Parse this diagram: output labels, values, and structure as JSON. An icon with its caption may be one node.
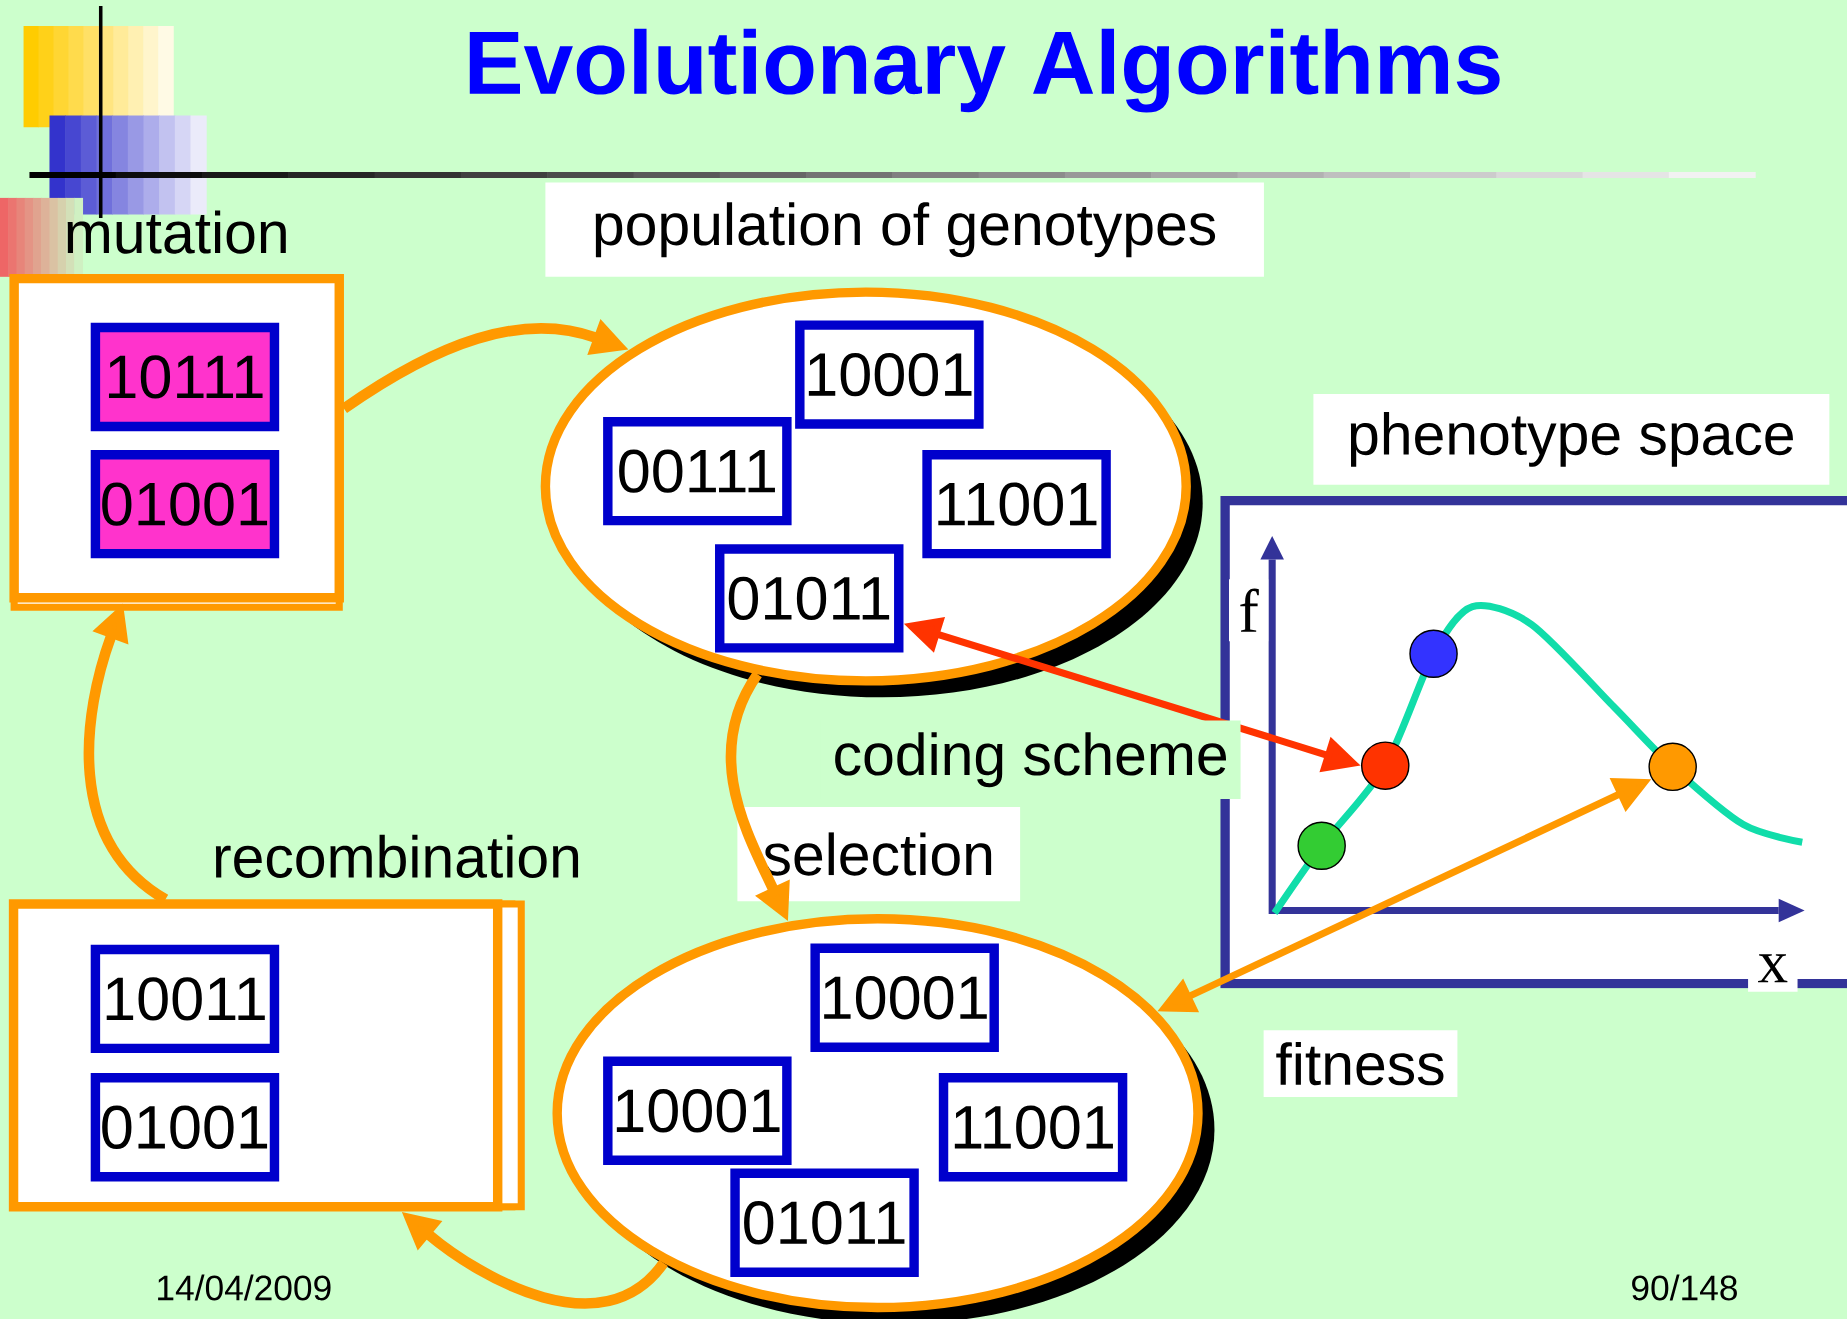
{
  "diagram": {
    "title": "Evolutionary Algorithms",
    "nodes": [
      {
        "text": [
          "mutation"
        ]
      },
      {
        "text": [
          "10111"
        ],
        "in": 0
      },
      {
        "text": [
          "01001"
        ],
        "in": 0
      },
      {
        "text": [
          "population of genotypes"
        ]
      },
      {
        "text": [
          "10001"
        ],
        "in": 3
      },
      {
        "text": [
          "00111"
        ],
        "in": 3
      },
      {
        "text": [
          "11001"
        ],
        "in": 3
      },
      {
        "text": [
          "01011"
        ],
        "in": 3
      },
      {
        "text": [
          "recombination"
        ]
      },
      {
        "text": [
          "10011"
        ],
        "in": 8
      },
      {
        "text": [
          "01001"
        ],
        "in": 8
      },
      {
        "text": [
          "selection"
        ]
      },
      {
        "text": [
          "10001"
        ],
        "in": 11
      },
      {
        "text": [
          "10001"
        ],
        "in": 11
      },
      {
        "text": [
          "11001"
        ],
        "in": 11
      },
      {
        "text": [
          "01011"
        ],
        "in": 11
      },
      {
        "text": [
          "phenotype space"
        ]
      },
      {
        "text": [],
        "shape": "circle",
        "in": 16
      },
      {
        "text": [],
        "shape": "circle",
        "in": 16
      },
      {
        "text": [],
        "shape": "circle",
        "in": 16
      },
      {
        "text": [],
        "shape": "circle",
        "in": 16
      }
    ],
    "edges": [
      {
        "from": 0,
        "to": 3,
        "arrow": "to"
      },
      {
        "from": 3,
        "to": 11,
        "arrow": "to"
      },
      {
        "from": 11,
        "to": 8,
        "arrow": "to"
      },
      {
        "from": 8,
        "to": 0,
        "arrow": "to"
      },
      {
        "from": 7,
        "to": 18,
        "arrow": "both",
        "label": "coding scheme",
        "color": "#ff3300"
      },
      {
        "from": 20,
        "to": 11,
        "arrow": "both",
        "label": "fitness"
      }
    ],
    "labels": [
      "f",
      "x",
      "14/04/2009",
      "90/148"
    ]
  }
}
